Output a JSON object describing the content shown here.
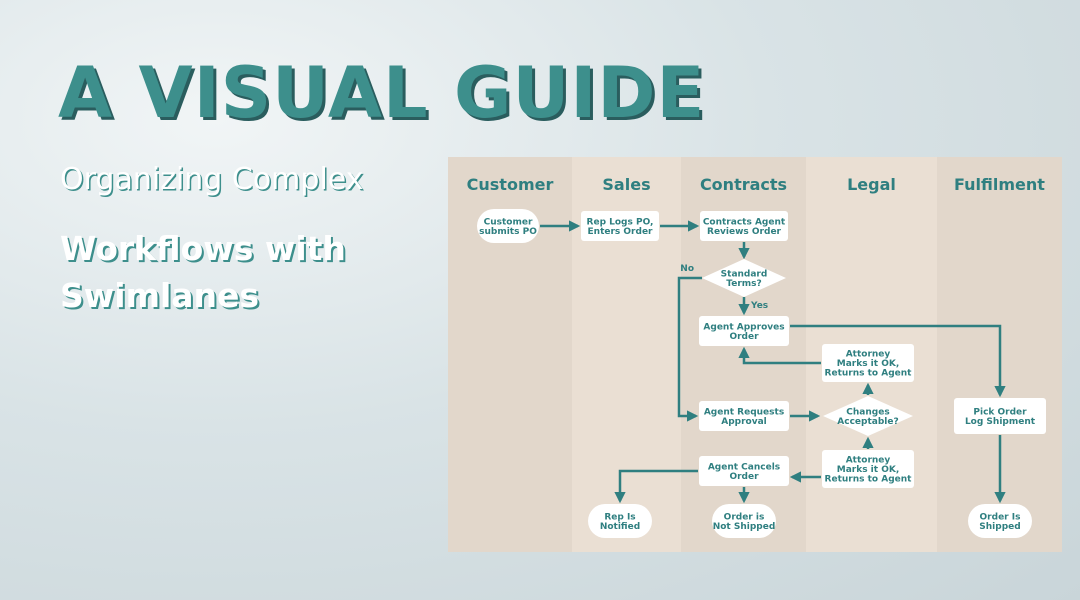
{
  "header": {
    "title": "A VISUAL GUIDE",
    "subtitle_line1": "Organizing Complex",
    "subtitle_line2": "Workflows with Swimlanes"
  },
  "colors": {
    "teal": "#3d8f8c",
    "teal_dark": "#2a5d5e",
    "diagram_text": "#2f7f80",
    "lane_light": "#eadfd3",
    "lane_dark": "#e2d7cb",
    "node_fill": "#ffffff"
  },
  "diagram": {
    "type": "swimlane-flowchart",
    "lanes": [
      "Customer",
      "Sales",
      "Contracts",
      "Legal",
      "Fulfilment"
    ],
    "nodes": [
      {
        "id": "n1",
        "shape": "pill",
        "lane": "Customer",
        "lines": [
          "Customer",
          "submits PO"
        ]
      },
      {
        "id": "n2",
        "shape": "rect",
        "lane": "Sales",
        "lines": [
          "Rep Logs PO,",
          "Enters Order"
        ]
      },
      {
        "id": "n3",
        "shape": "rect",
        "lane": "Contracts",
        "lines": [
          "Contracts Agent",
          "Reviews Order"
        ]
      },
      {
        "id": "n4",
        "shape": "diamond",
        "lane": "Contracts",
        "lines": [
          "Standard",
          "Terms?"
        ]
      },
      {
        "id": "n5",
        "shape": "rect",
        "lane": "Contracts",
        "lines": [
          "Agent Approves",
          "Order"
        ]
      },
      {
        "id": "n6",
        "shape": "rect",
        "lane": "Legal",
        "lines": [
          "Attorney",
          "Marks it OK,",
          "Returns to Agent"
        ]
      },
      {
        "id": "n7",
        "shape": "rect",
        "lane": "Contracts",
        "lines": [
          "Agent Requests",
          "Approval"
        ]
      },
      {
        "id": "n8",
        "shape": "diamond",
        "lane": "Legal",
        "lines": [
          "Changes",
          "Acceptable?"
        ]
      },
      {
        "id": "n9",
        "shape": "rect",
        "lane": "Fulfilment",
        "lines": [
          "Pick Order",
          "Log Shipment"
        ]
      },
      {
        "id": "n10",
        "shape": "rect",
        "lane": "Contracts",
        "lines": [
          "Agent Cancels",
          "Order"
        ]
      },
      {
        "id": "n11",
        "shape": "rect",
        "lane": "Legal",
        "lines": [
          "Attorney",
          "Marks it OK,",
          "Returns to Agent"
        ]
      },
      {
        "id": "n12",
        "shape": "pill",
        "lane": "Sales",
        "lines": [
          "Rep Is",
          "Notified"
        ]
      },
      {
        "id": "n13",
        "shape": "pill",
        "lane": "Contracts",
        "lines": [
          "Order is",
          "Not Shipped"
        ]
      },
      {
        "id": "n14",
        "shape": "pill",
        "lane": "Fulfilment",
        "lines": [
          "Order Is",
          "Shipped"
        ]
      }
    ],
    "edges": [
      {
        "from": "n1",
        "to": "n2",
        "label": ""
      },
      {
        "from": "n2",
        "to": "n3",
        "label": ""
      },
      {
        "from": "n3",
        "to": "n4",
        "label": ""
      },
      {
        "from": "n4",
        "to": "n5",
        "label": "Yes"
      },
      {
        "from": "n4",
        "to": "n7",
        "label": "No"
      },
      {
        "from": "n5",
        "to": "n9",
        "label": ""
      },
      {
        "from": "n6",
        "to": "n5",
        "label": ""
      },
      {
        "from": "n7",
        "to": "n8",
        "label": ""
      },
      {
        "from": "n8",
        "to": "n6",
        "label": ""
      },
      {
        "from": "n11",
        "to": "n8",
        "label": ""
      },
      {
        "from": "n11",
        "to": "n10",
        "label": ""
      },
      {
        "from": "n10",
        "to": "n12",
        "label": ""
      },
      {
        "from": "n10",
        "to": "n13",
        "label": ""
      },
      {
        "from": "n9",
        "to": "n14",
        "label": ""
      }
    ]
  }
}
